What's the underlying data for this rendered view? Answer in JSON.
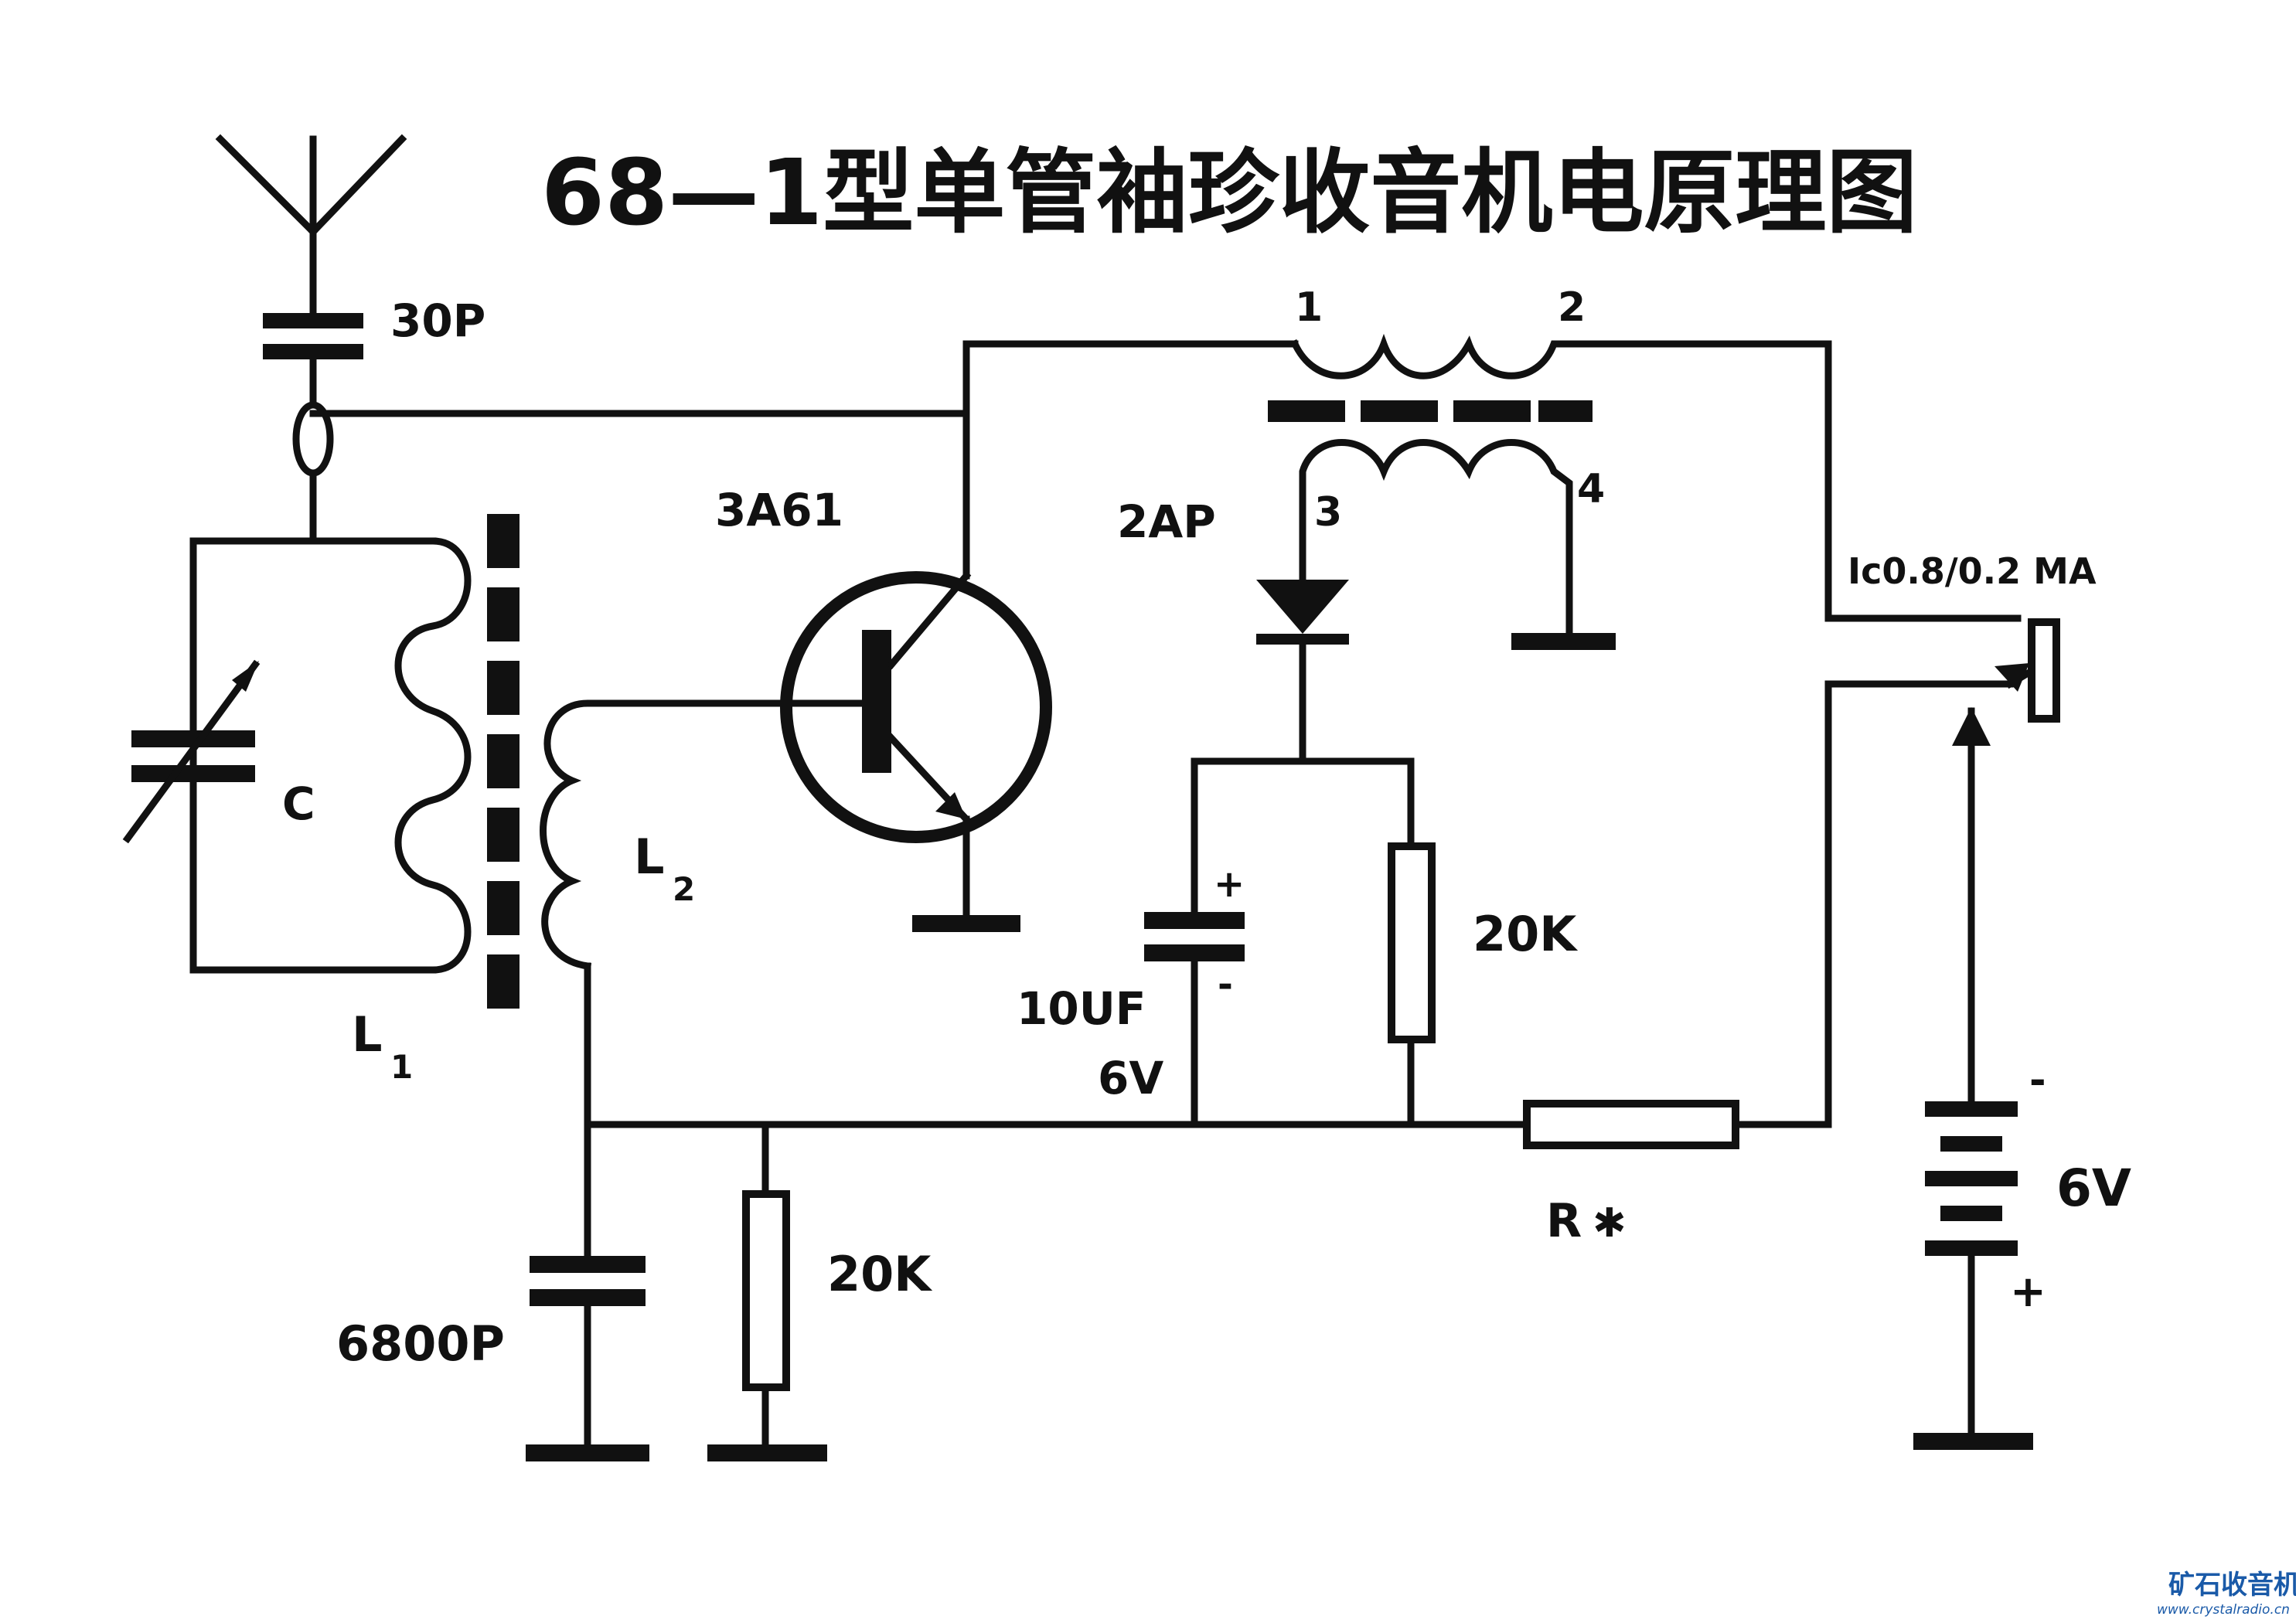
{
  "title": "68—1型单管袖珍收音机电原理图",
  "labels": {
    "antenna_cap": "30P",
    "transistor": "3A61",
    "diode": "2AP",
    "transformer_pin1": "1",
    "transformer_pin2": "2",
    "transformer_pin3": "3",
    "transformer_pin4": "4",
    "tuning_cap": "C",
    "coil_l1": "L",
    "coil_l1_sub": "1",
    "coil_l2": "L",
    "coil_l2_sub": "2",
    "electrolytic_cap_value": "10UF",
    "electrolytic_cap_voltage": "6V",
    "cap_plus": "+",
    "cap_minus": "-",
    "resistor_top": "20K",
    "resistor_bottom": "20K",
    "bypass_cap": "6800P",
    "resistor_r": "R",
    "resistor_r_mark": "✱",
    "current_meter": "Ic0.8/0.2 MA",
    "battery_voltage": "6V",
    "battery_minus": "-",
    "battery_plus": "+"
  },
  "watermark": {
    "main": "矿石收音机",
    "sub": "www.crystalradio.cn"
  }
}
